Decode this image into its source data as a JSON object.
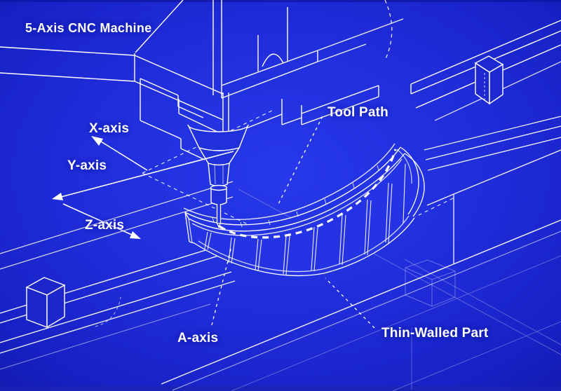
{
  "title": "5-Axis CNC Machine",
  "labels": {
    "x_axis": "X-axis",
    "y_axis": "Y-axis",
    "z_axis": "Z-axis",
    "tool_path": "Tool Path",
    "a_axis": "A-axis",
    "thin_walled_part": "Thin-Walled Part"
  },
  "colors": {
    "background_center": "#2739ea",
    "background_edge": "#1119ac",
    "line": "#ffffff",
    "text": "#ffffff"
  }
}
